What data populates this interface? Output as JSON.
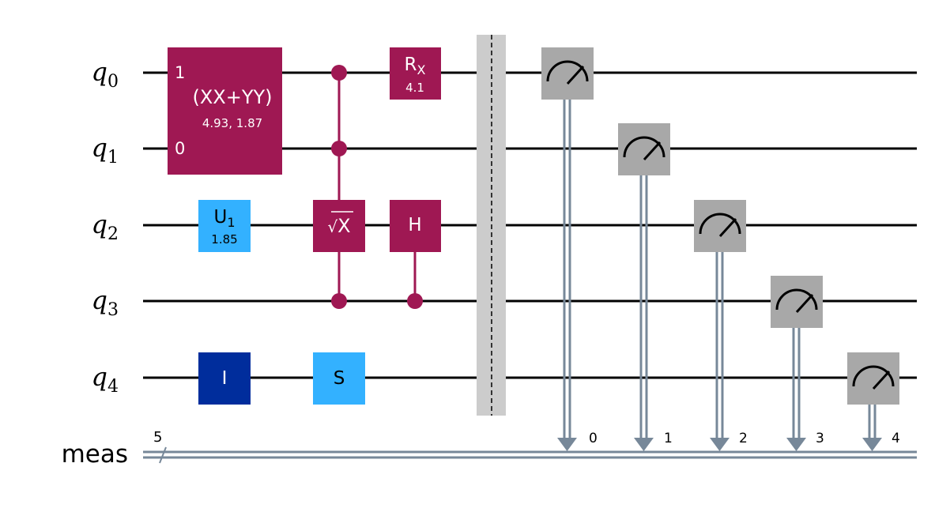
{
  "qubits": [
    {
      "label": "q",
      "index": "0"
    },
    {
      "label": "q",
      "index": "1"
    },
    {
      "label": "q",
      "index": "2"
    },
    {
      "label": "q",
      "index": "3"
    },
    {
      "label": "q",
      "index": "4"
    }
  ],
  "classical": {
    "label": "meas",
    "width": "5",
    "bits": [
      "0",
      "1",
      "2",
      "3",
      "4"
    ]
  },
  "gates": {
    "xx_yy": {
      "name": "(XX+YY)",
      "params": "4.93, 1.87",
      "top_index": "1",
      "bottom_index": "0"
    },
    "u1": {
      "name": "U",
      "sub": "1",
      "param": "1.85"
    },
    "identity": {
      "name": "I"
    },
    "multi_controlled_sx": {
      "name": "X",
      "root_symbol": "√"
    },
    "s_gate": {
      "name": "S"
    },
    "rx": {
      "name": "R",
      "sub": "X",
      "param": "4.1"
    },
    "controlled_h": {
      "name": "H"
    }
  },
  "colors": {
    "wire": "#000000",
    "classical_wire": "#778899",
    "crimson_gate": "#9f1853",
    "light_blue_gate": "#33b1ff",
    "dark_blue_gate": "#002d9c",
    "measure_gate": "#a8a8a8",
    "barrier": "#cccccc",
    "gate_text_light": "#ffffff",
    "gate_text_dark": "#000000"
  },
  "icons": {
    "measure": "meter-icon"
  }
}
